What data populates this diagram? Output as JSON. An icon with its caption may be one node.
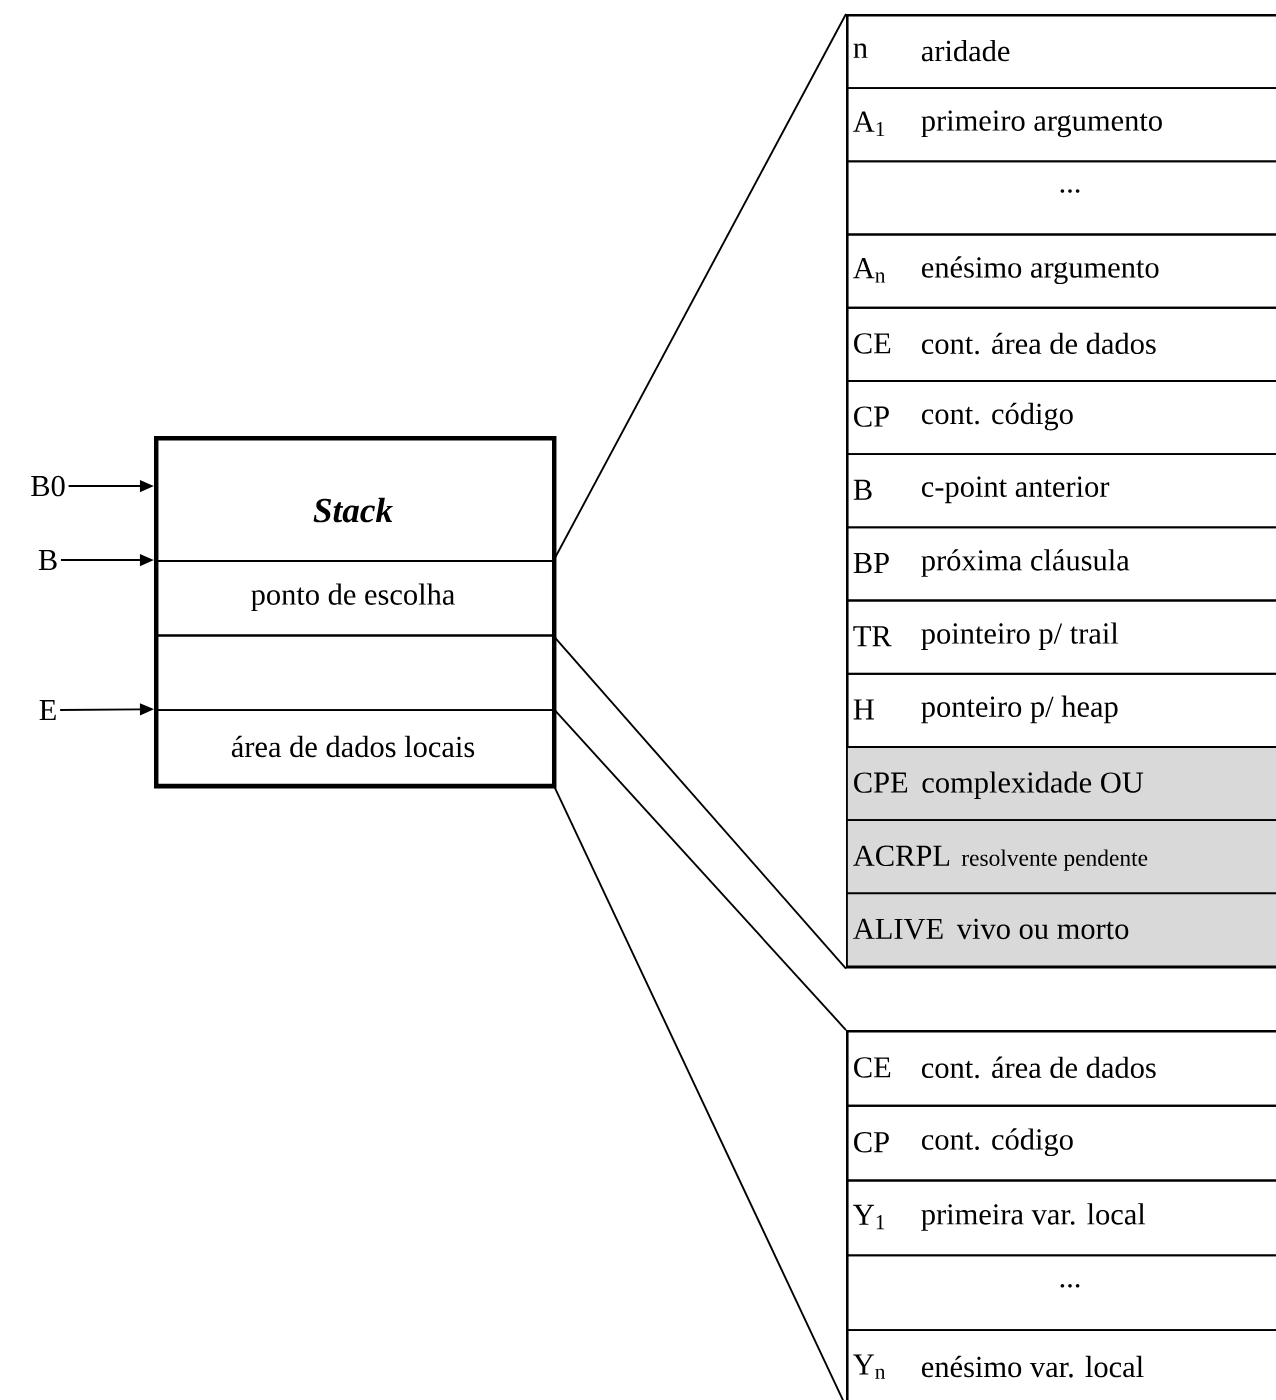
{
  "diagram": {
    "nodes": [
      {
        "text": [
          "B0"
        ]
      },
      {
        "text": [
          "B"
        ]
      },
      {
        "text": [
          "E"
        ]
      },
      {
        "text": [
          "Stack"
        ]
      },
      {
        "text": [
          "ponto de escolha"
        ],
        "in": 3
      },
      {
        "text": [],
        "shape": "box",
        "in": 3
      },
      {
        "text": [
          "área de dados locais"
        ],
        "in": 3
      },
      {
        "text": [],
        "shape": "box"
      },
      {
        "text": [
          "n",
          "aridade"
        ],
        "in": 7
      },
      {
        "text": [
          "A$_{1}$",
          "primeiro argumento"
        ],
        "in": 7
      },
      {
        "text": [
          "..."
        ],
        "in": 7
      },
      {
        "text": [
          "A$_{n}$",
          "enésimo argumento"
        ],
        "in": 7
      },
      {
        "text": [
          "CE",
          "cont. área de dados"
        ],
        "in": 7
      },
      {
        "text": [
          "CP",
          "cont. código"
        ],
        "in": 7
      },
      {
        "text": [
          "B",
          "c-point anterior"
        ],
        "in": 7
      },
      {
        "text": [
          "BP",
          "próxima cláusula"
        ],
        "in": 7
      },
      {
        "text": [
          "TR",
          "pointeiro p/ trail"
        ],
        "in": 7
      },
      {
        "text": [
          "H",
          "ponteiro p/ heap"
        ],
        "in": 7
      },
      {
        "text": [
          "CPE",
          "complexidade OU"
        ],
        "in": 7
      },
      {
        "text": [
          "ACRPL",
          "resolvente pendente"
        ],
        "in": 7
      },
      {
        "text": [
          "ALIVE",
          "vivo ou morto"
        ],
        "in": 7
      },
      {
        "text": [],
        "shape": "box"
      },
      {
        "text": [
          "CE",
          "cont. área de dados"
        ],
        "in": 21
      },
      {
        "text": [
          "CP",
          "cont. código"
        ],
        "in": 21
      },
      {
        "text": [
          "Y$_{1}$",
          "primeira var. local"
        ],
        "in": 21
      },
      {
        "text": [
          "..."
        ],
        "in": 21
      },
      {
        "text": [
          "Y$_{n}$",
          "enésimo var. local"
        ],
        "in": 21
      }
    ],
    "edges": [
      {
        "from": 0,
        "to": 3,
        "arrow": "to"
      },
      {
        "from": 1,
        "to": 4,
        "arrow": "to"
      },
      {
        "from": 2,
        "to": 6,
        "arrow": "to"
      },
      {
        "from": 4,
        "to": 7,
        "arrow": "none"
      },
      {
        "from": 4,
        "to": 7,
        "arrow": "none"
      },
      {
        "from": 6,
        "to": 21,
        "arrow": "none"
      },
      {
        "from": 6,
        "to": 21,
        "arrow": "none"
      }
    ]
  }
}
